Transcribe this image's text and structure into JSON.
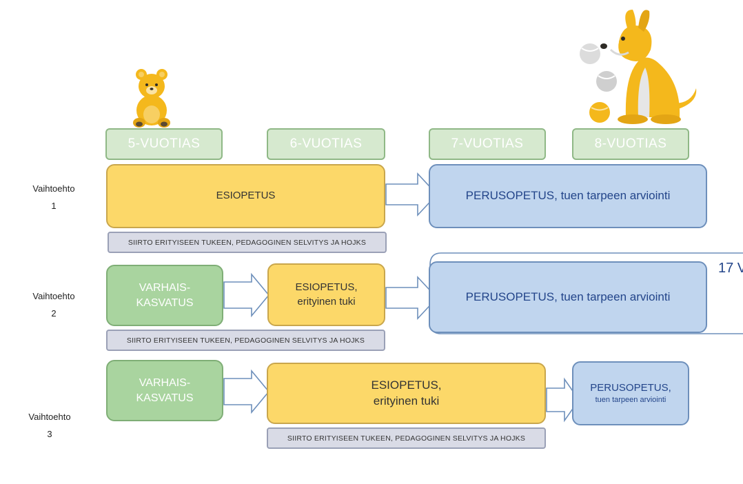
{
  "ages": [
    "5-VUOTIAS",
    "6-VUOTIAS",
    "7-VUOTIAS",
    "8-VUOTIAS"
  ],
  "options": [
    {
      "label": "Vaihtoehto",
      "number": "1"
    },
    {
      "label": "Vaihtoehto",
      "number": "2"
    },
    {
      "label": "Vaihtoehto",
      "number": "3"
    }
  ],
  "row1": {
    "esiopetus": "ESIOPETUS",
    "perusopetus": "PERUSOPETUS, tuen tarpeen arviointi",
    "note": "SIIRTO ERITYISEEN TUKEEN, PEDAGOGINEN SELVITYS JA HOJKS"
  },
  "row2": {
    "varhais_line1": "VARHAIS-",
    "varhais_line2": "KASVATUS",
    "esiopetus_line1": "ESIOPETUS,",
    "esiopetus_line2": "erityinen tuki",
    "perusopetus": "PERUSOPETUS, tuen tarpeen arviointi",
    "corner_text": "17 V",
    "note": "SIIRTO ERITYISEEN TUKEEN, PEDAGOGINEN SELVITYS JA HOJKS"
  },
  "row3": {
    "varhais_line1": "VARHAIS-",
    "varhais_line2": "KASVATUS",
    "esiopetus_line1": "ESIOPETUS,",
    "esiopetus_line2": "erityinen tuki",
    "perusopetus_line1": "PERUSOPETUS,",
    "perusopetus_line2": "tuen tarpeen arviointi",
    "note": "SIIRTO ERITYISEEN TUKEEN, PEDAGOGINEN SELVITYS JA HOJKS"
  },
  "colors": {
    "age_fill": "#d6e9cf",
    "esiopetus_fill": "#fcd869",
    "perusopetus_fill": "#c0d5ee",
    "varhaiskasvatus_fill": "#a9d49f",
    "note_fill": "#d9dbe6",
    "mascot_gold": "#f4b81c"
  },
  "icons": [
    "bear-cub-illustration",
    "dog-with-balls-illustration",
    "block-arrow-icon"
  ]
}
